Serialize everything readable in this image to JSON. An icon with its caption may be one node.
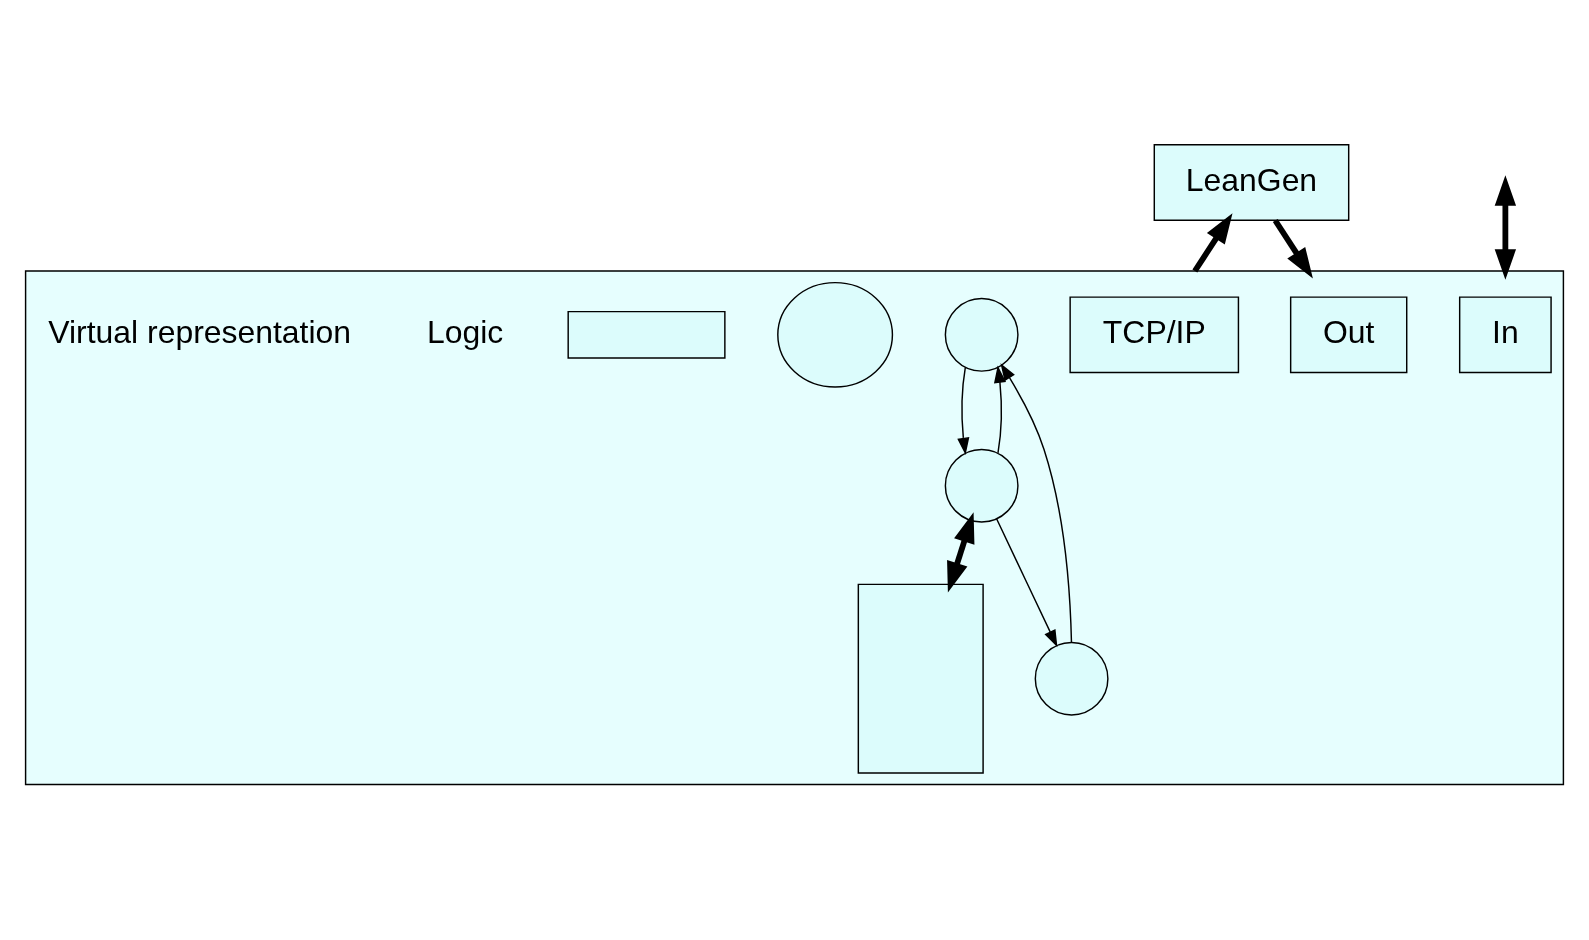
{
  "diagram": {
    "nodes": [
      {
        "text": [
          "LeanGen"
        ]
      },
      {
        "text": [],
        "shape": "box"
      },
      {
        "text": [
          "TCP/IP"
        ],
        "in": 1
      },
      {
        "text": [
          "Out"
        ],
        "in": 1
      },
      {
        "text": [
          "In"
        ],
        "in": 1
      },
      {
        "text": [],
        "shape": "circle",
        "in": 1
      },
      {
        "text": [],
        "shape": "circle",
        "in": 1
      },
      {
        "text": [],
        "shape": "circle",
        "in": 1
      },
      {
        "text": [],
        "shape": "ellipse",
        "in": 1
      },
      {
        "text": [],
        "shape": "box",
        "in": 1
      },
      {
        "text": [],
        "shape": "box",
        "in": 1
      }
    ],
    "edges": [
      {
        "from": 1,
        "to": 0,
        "arrow": "to",
        "style": "thick"
      },
      {
        "from": 0,
        "to": 1,
        "arrow": "to",
        "style": "thick"
      },
      {
        "from": null,
        "to": 1,
        "arrow": "both",
        "style": "thick"
      },
      {
        "from": 5,
        "to": 6,
        "arrow": "to"
      },
      {
        "from": 6,
        "to": 5,
        "arrow": "to"
      },
      {
        "from": 6,
        "to": 7,
        "arrow": "to"
      },
      {
        "from": 7,
        "to": 5,
        "arrow": "to"
      },
      {
        "from": 6,
        "to": 9,
        "arrow": "both",
        "style": "thick"
      }
    ],
    "labels": [
      "Logic",
      "Virtual representation"
    ]
  }
}
